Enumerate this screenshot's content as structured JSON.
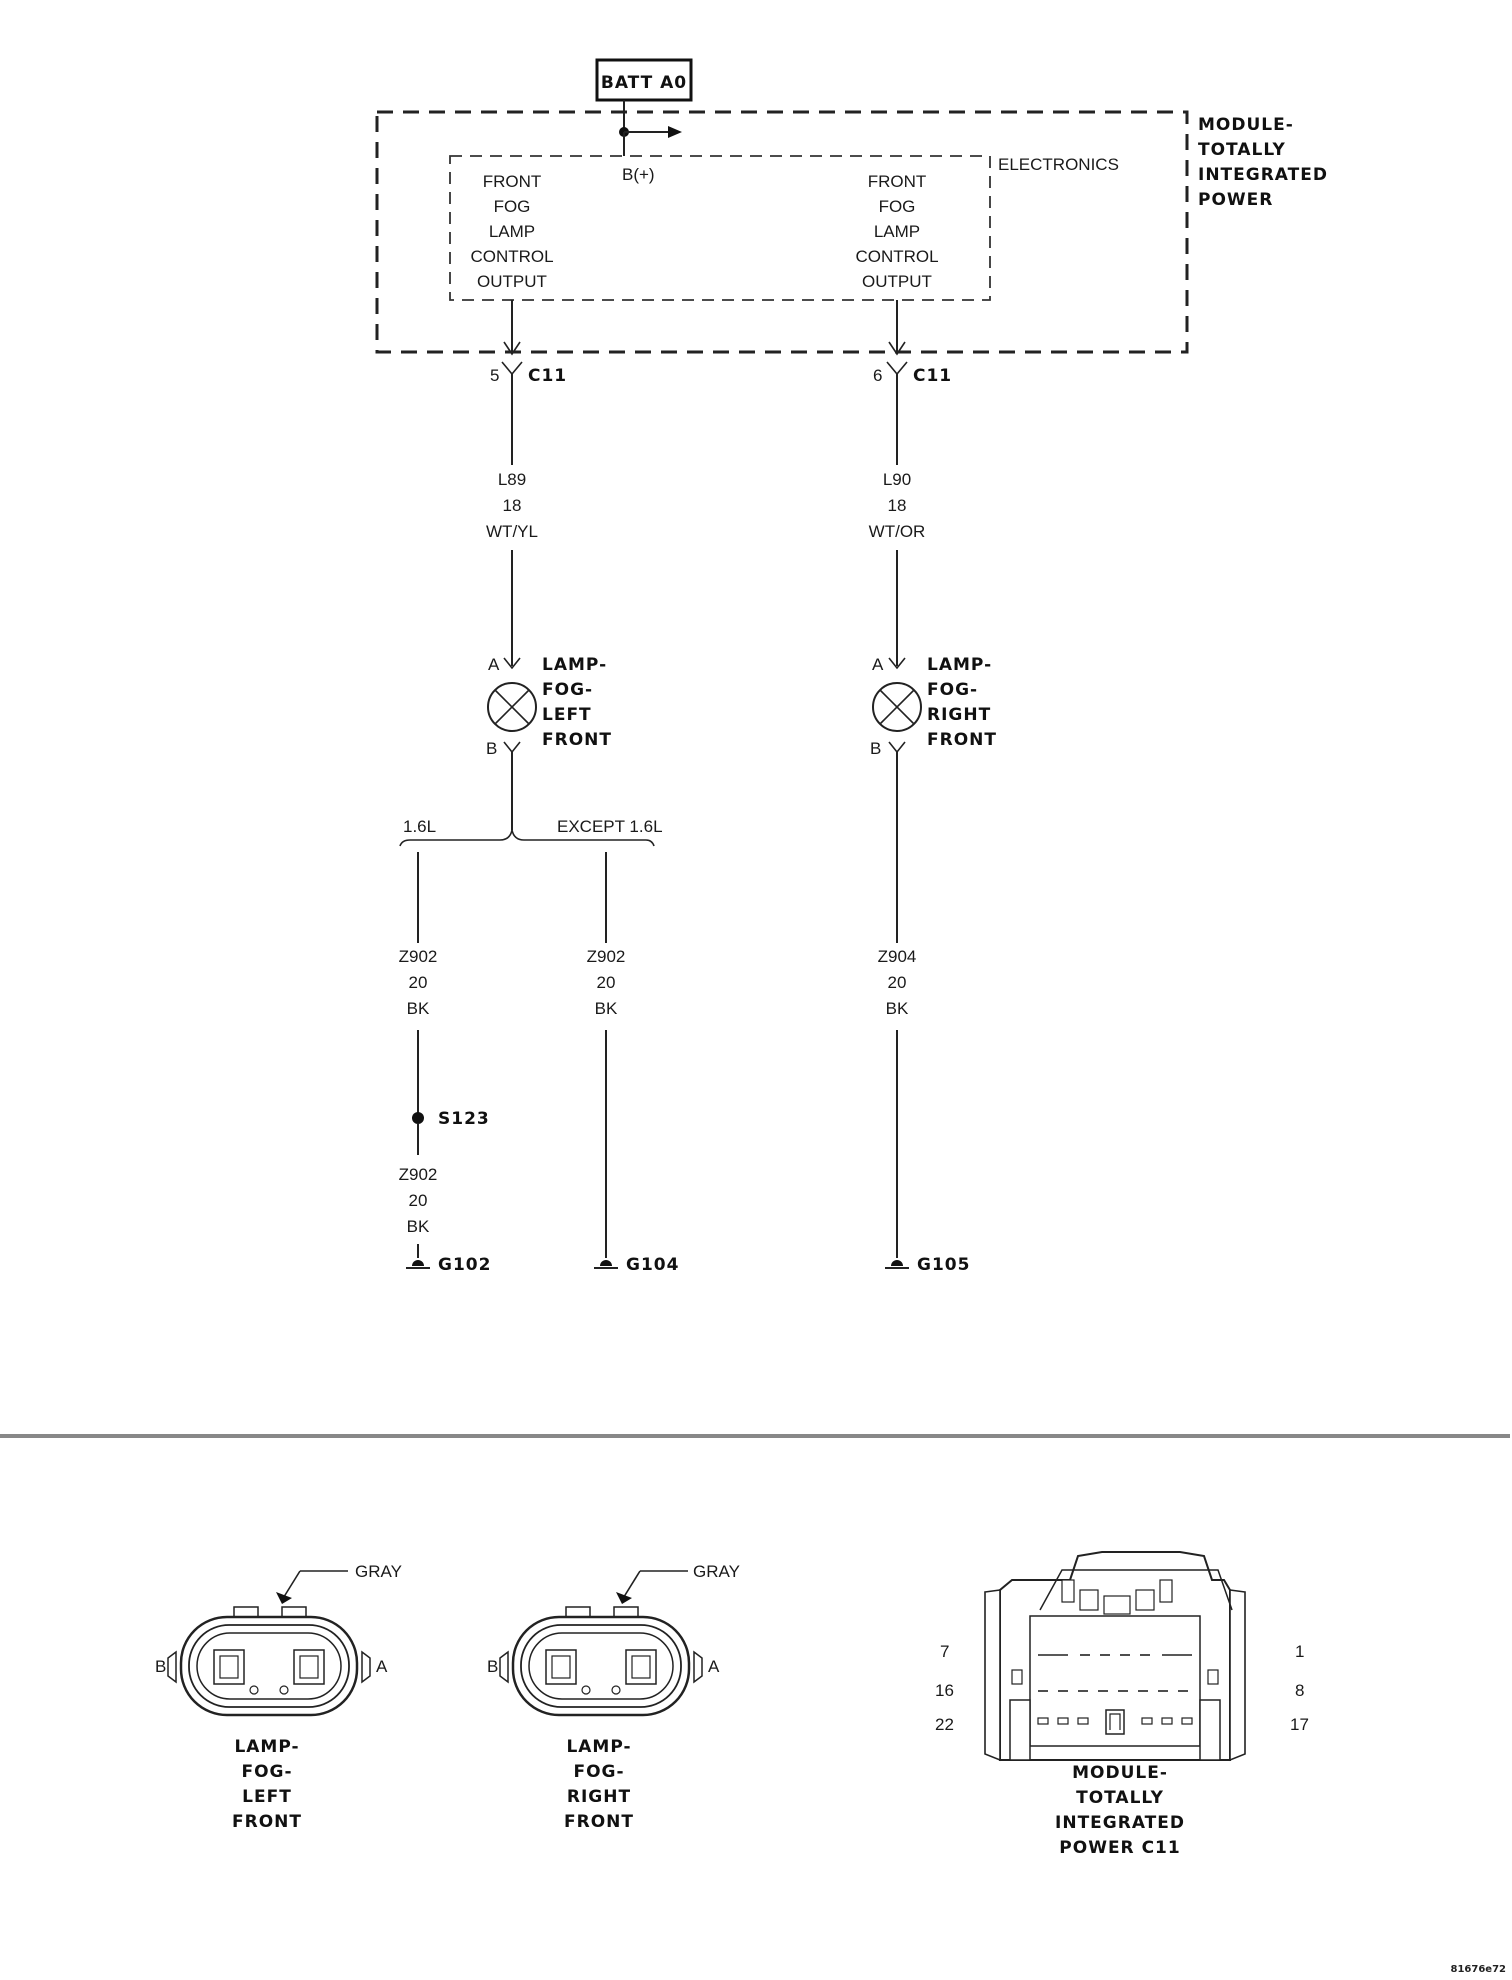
{
  "power_source": {
    "label": "BATT A0"
  },
  "module": {
    "name_lines": [
      "MODULE-",
      "TOTALLY",
      "INTEGRATED",
      "POWER"
    ],
    "electronics_label": "ELECTRONICS",
    "bplus_label": "B(+)",
    "left_output_lines": [
      "FRONT",
      "FOG",
      "LAMP",
      "CONTROL",
      "OUTPUT"
    ],
    "right_output_lines": [
      "FRONT",
      "FOG",
      "LAMP",
      "CONTROL",
      "OUTPUT"
    ]
  },
  "connectors": {
    "left": {
      "pin": "5",
      "name": "C11"
    },
    "right": {
      "pin": "6",
      "name": "C11"
    }
  },
  "wires": {
    "l89": [
      "L89",
      "18",
      "WT/YL"
    ],
    "l90": [
      "L90",
      "18",
      "WT/OR"
    ],
    "z902_a": [
      "Z902",
      "20",
      "BK"
    ],
    "z902_b": [
      "Z902",
      "20",
      "BK"
    ],
    "z902_c": [
      "Z902",
      "20",
      "BK"
    ],
    "z904": [
      "Z904",
      "20",
      "BK"
    ]
  },
  "lamps": {
    "left": {
      "pin_a": "A",
      "pin_b": "B",
      "name_lines": [
        "LAMP-",
        "FOG-",
        "LEFT",
        "FRONT"
      ]
    },
    "right": {
      "pin_a": "A",
      "pin_b": "B",
      "name_lines": [
        "LAMP-",
        "FOG-",
        "RIGHT",
        "FRONT"
      ]
    }
  },
  "branch": {
    "left_label": "1.6L",
    "right_label": "EXCEPT 1.6L"
  },
  "splice": {
    "label": "S123"
  },
  "grounds": {
    "g102": "G102",
    "g104": "G104",
    "g105": "G105"
  },
  "connector_views": {
    "left_lamp": {
      "color": "GRAY",
      "pin_b": "B",
      "pin_a": "A",
      "name_lines": [
        "LAMP-",
        "FOG-",
        "LEFT",
        "FRONT"
      ]
    },
    "right_lamp": {
      "color": "GRAY",
      "pin_b": "B",
      "pin_a": "A",
      "name_lines": [
        "LAMP-",
        "FOG-",
        "RIGHT",
        "FRONT"
      ]
    },
    "module_c11": {
      "pin_labels_left": [
        "7",
        "16",
        "22"
      ],
      "pin_labels_right": [
        "1",
        "8",
        "17"
      ],
      "name_lines": [
        "MODULE-",
        "TOTALLY",
        "INTEGRATED",
        "POWER C11"
      ]
    }
  },
  "figure_id": "81676e72"
}
